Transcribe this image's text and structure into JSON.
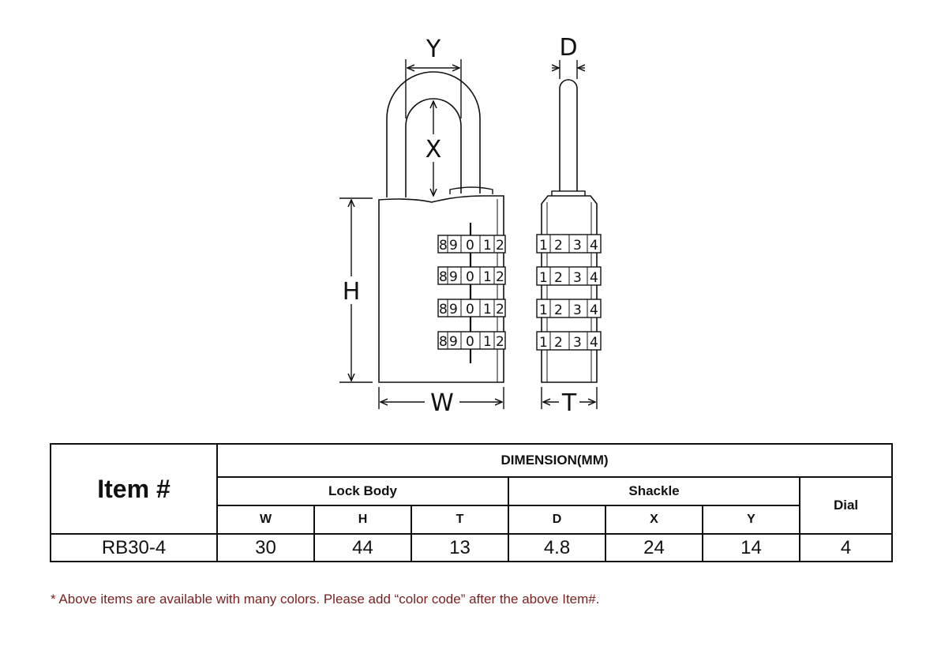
{
  "diagram": {
    "labels": {
      "y": "Y",
      "x": "X",
      "h": "H",
      "w": "W",
      "d": "D",
      "t": "T"
    },
    "front_dial_digits": [
      "8",
      "9",
      "0",
      "1",
      "2"
    ],
    "side_dial_digits": [
      "1",
      "2",
      "3",
      "4"
    ]
  },
  "table": {
    "item_header": "Item #",
    "dimension_header": "DIMENSION(MM)",
    "lock_body_header": "Lock Body",
    "shackle_header": "Shackle",
    "dial_header": "Dial",
    "columns": [
      "W",
      "H",
      "T",
      "D",
      "X",
      "Y"
    ],
    "row": {
      "item": "RB30-4",
      "w": "30",
      "h": "44",
      "t": "13",
      "d": "4.8",
      "x": "24",
      "y": "14",
      "dial": "4"
    }
  },
  "note": "*  Above items are available with many colors. Please add “color code” after the above Item#."
}
